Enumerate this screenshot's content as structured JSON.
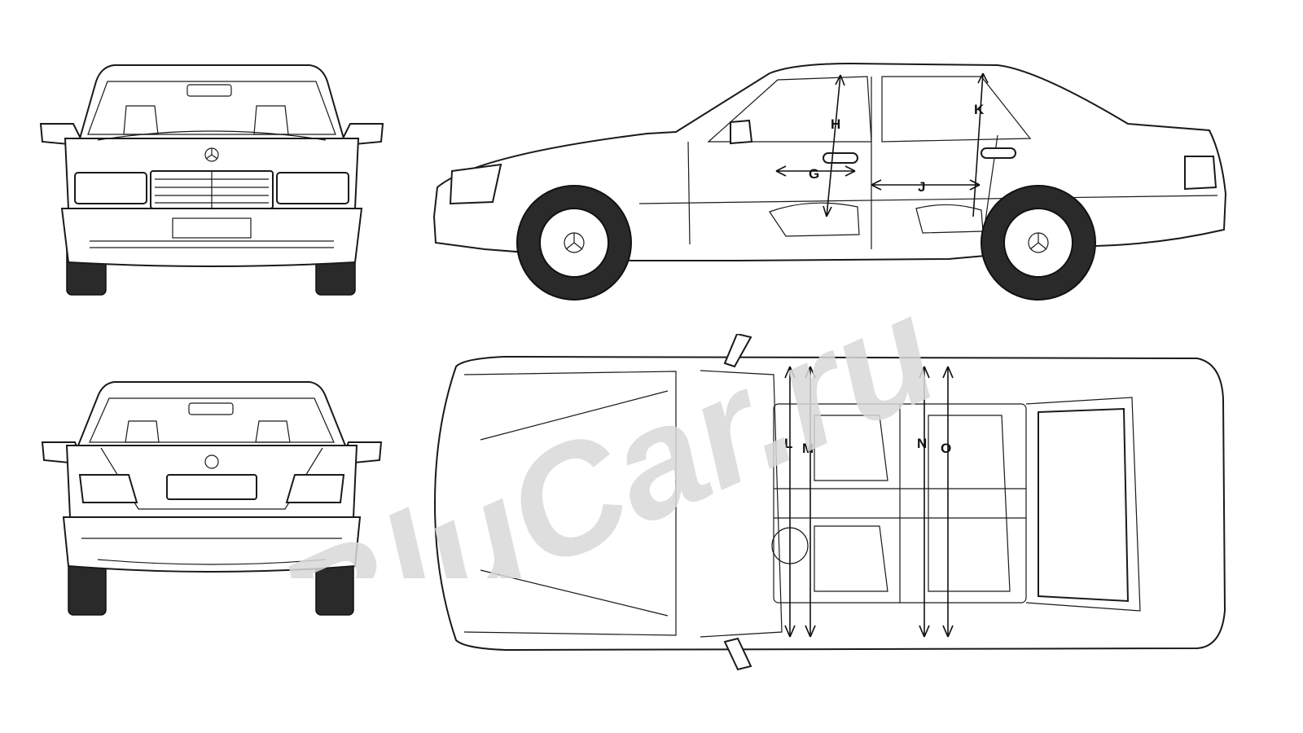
{
  "watermark": {
    "text": "BluCar.ru"
  },
  "views": {
    "front": {
      "name": "front-view"
    },
    "rear": {
      "name": "rear-view"
    },
    "side": {
      "name": "side-view",
      "labels": [
        "H",
        "G",
        "J",
        "K"
      ]
    },
    "top": {
      "name": "top-view",
      "labels": [
        "L",
        "M",
        "N",
        "O"
      ]
    }
  },
  "colors": {
    "line": "#1a1a1a",
    "watermark": "#d9d9d9",
    "background": "#ffffff"
  }
}
